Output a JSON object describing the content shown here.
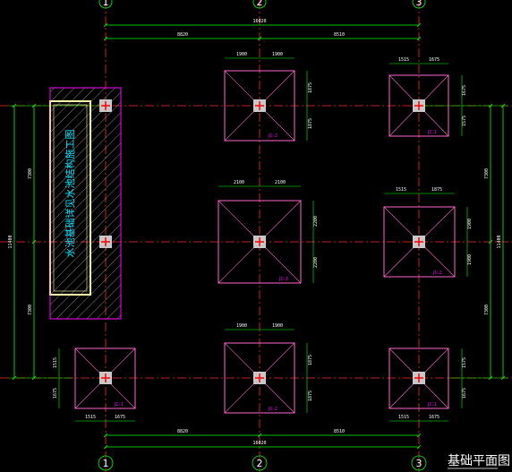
{
  "drawing": {
    "title": "基础平面图",
    "note": "水池基础详见水池结构施工图",
    "colors": {
      "background": "#000000",
      "axis_line": "#ff2a2a",
      "dimension_line": "#00ff00",
      "footing_outline": "#ff66cc",
      "column": "#c8c8c8",
      "column_mark": "#ff0000",
      "pool_outline": "#ff00ff",
      "pool_wall": "#ffffaa",
      "text": "#ffffff",
      "note_text": "#00e5ff",
      "footing_tag": "#ff00ff"
    }
  },
  "axes": {
    "top": [
      "1",
      "2",
      "3"
    ],
    "bottom": [
      "1",
      "2",
      "3"
    ]
  },
  "dimensions": {
    "top_total": "16020",
    "top_spans": [
      "8820",
      "8510"
    ],
    "bottom_total": "16020",
    "bottom_spans": [
      "8820",
      "8510"
    ],
    "left_total": "11400",
    "left_spans": [
      "7300",
      "7300"
    ],
    "right_total": "11400",
    "right_spans": [
      "7300",
      "7300"
    ]
  },
  "footings": {
    "top_mid": {
      "tag": "JC-2",
      "top_dims": [
        "1900",
        "1900"
      ],
      "side_dims": [
        "1875",
        "1875"
      ]
    },
    "top_right": {
      "tag": "JC-1",
      "top_dims": [
        "1515",
        "1675"
      ],
      "side_dims": [
        "1675",
        "1575"
      ]
    },
    "center": {
      "tag": "JC-3",
      "top_dims": [
        "2100",
        "2100"
      ],
      "side_dims": [
        "2200",
        "2200"
      ]
    },
    "mid_right": {
      "tag": "JC-2",
      "top_dims": [
        "1515",
        "1875"
      ],
      "side_dims": [
        "1900",
        "1900"
      ]
    },
    "bottom_left": {
      "tag": "JC-1",
      "bottom_dims": [
        "1515",
        "1675"
      ],
      "side_dims": [
        "1515",
        "1675"
      ]
    },
    "bottom_mid": {
      "tag": "JC-2",
      "top_dims": [
        "1900",
        "1900"
      ],
      "side_dims": [
        "1875",
        "1875"
      ]
    },
    "bottom_right": {
      "tag": "JC-1",
      "bottom_dims": [
        "1515",
        "1675"
      ],
      "side_dims": [
        "1575",
        "1675"
      ]
    }
  }
}
